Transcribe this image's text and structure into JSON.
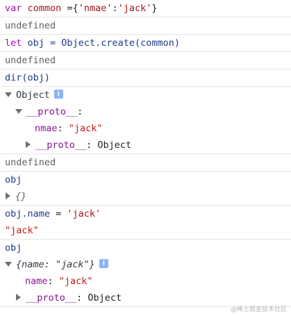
{
  "console": {
    "entries": [
      {
        "input": {
          "kw": "var",
          "name": "common",
          "op": " =",
          "open": "{",
          "key": "'nmae'",
          "colon": ":",
          "val": "'jack'",
          "close": "}"
        },
        "output": "undefined"
      },
      {
        "input": {
          "kw": "let",
          "name": "obj",
          "rest": " = Object.create(common)"
        },
        "output": "undefined"
      },
      {
        "input": {
          "text": "dir(obj)"
        },
        "tree": {
          "root_label": "Object",
          "info_icon": "info-icon",
          "proto_label": "__proto__",
          "proto_colon": ":",
          "child_key": "nmae",
          "child_colon": ": ",
          "child_value": "\"jack\"",
          "nested_proto_label": "__proto__",
          "nested_proto_value": ": Object"
        },
        "output": "undefined"
      },
      {
        "input": {
          "text": "obj"
        },
        "collapsed_output": "{}"
      },
      {
        "input": {
          "ident": "obj.name",
          "op": " = ",
          "val": "'jack'"
        },
        "output": "\"jack\""
      },
      {
        "input": {
          "text": "obj"
        },
        "tree": {
          "preview": "{name: \"jack\"}",
          "info_icon": "info-icon",
          "prop_key": "name",
          "prop_colon": ": ",
          "prop_value": "\"jack\"",
          "proto_label": "__proto__",
          "proto_value": ": Object"
        }
      }
    ]
  },
  "watermark": "@稀土掘金技术社区",
  "colors": {
    "keyword": "#a50cbf",
    "string": "#c41a16",
    "proto": "#881391",
    "info_badge": "#8ab4f8"
  }
}
